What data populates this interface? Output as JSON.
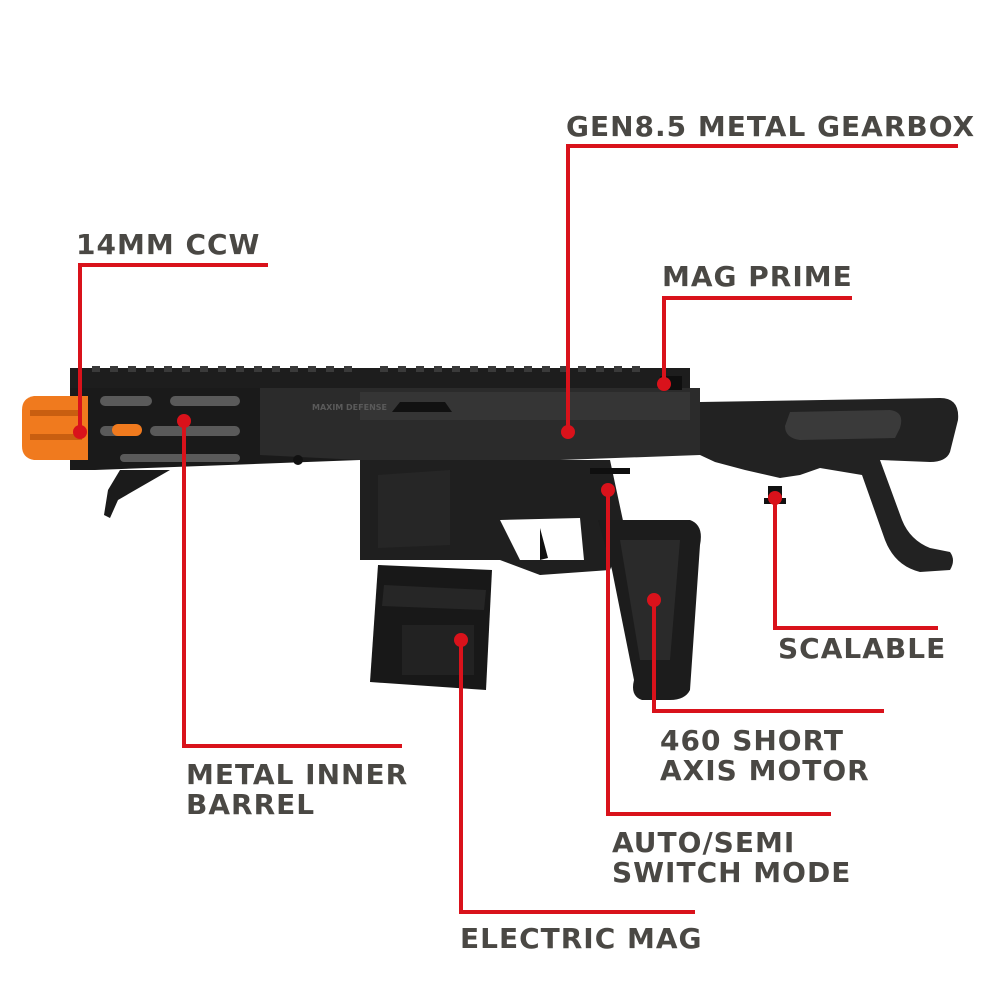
{
  "colors": {
    "callout_line": "#d9121b",
    "label_text": "#4a4844",
    "gun_body": "#1f1f1f",
    "gun_dark": "#111111",
    "gun_mid": "#2e2e2e",
    "muzzle_orange": "#f07a1e",
    "background": "#ffffff"
  },
  "product_markings": {
    "rail_logo": "MAXIM DEFENSE"
  },
  "callouts": {
    "gearbox": {
      "text": "GEN8.5 METAL GEARBOX"
    },
    "hopup": {
      "text": "14MM CCW"
    },
    "mag_prime": {
      "text": "MAG PRIME"
    },
    "stock": {
      "text": "SCALABLE"
    },
    "motor": {
      "line1": "460 SHORT",
      "line2": "AXIS MOTOR"
    },
    "switch": {
      "line1": "AUTO/SEMI",
      "line2": "SWITCH MODE"
    },
    "barrel": {
      "line1": "METAL INNER",
      "line2": "BARREL"
    },
    "magazine": {
      "text": "ELECTRIC MAG"
    }
  }
}
